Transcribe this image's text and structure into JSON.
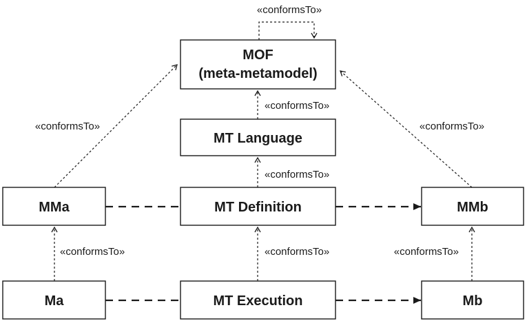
{
  "nodes": {
    "mof": {
      "line1": "MOF",
      "line2": "(meta-metamodel)"
    },
    "mt_language": {
      "label": "MT Language"
    },
    "mma": {
      "label": "MMa"
    },
    "mt_definition": {
      "label": "MT Definition"
    },
    "mmb": {
      "label": "MMb"
    },
    "ma": {
      "label": "Ma"
    },
    "mt_execution": {
      "label": "MT Execution"
    },
    "mb": {
      "label": "Mb"
    }
  },
  "relation_label": "«conformsTo»",
  "edges": {
    "mof_self": "«conformsTo»",
    "mtlang_mof": "«conformsTo»",
    "mma_mof": "«conformsTo»",
    "mmb_mof": "«conformsTo»",
    "mtdef_mtlang": "«conformsTo»",
    "ma_mma": "«conformsTo»",
    "mtexec_mtdef": "«conformsTo»",
    "mb_mmb": "«conformsTo»"
  }
}
